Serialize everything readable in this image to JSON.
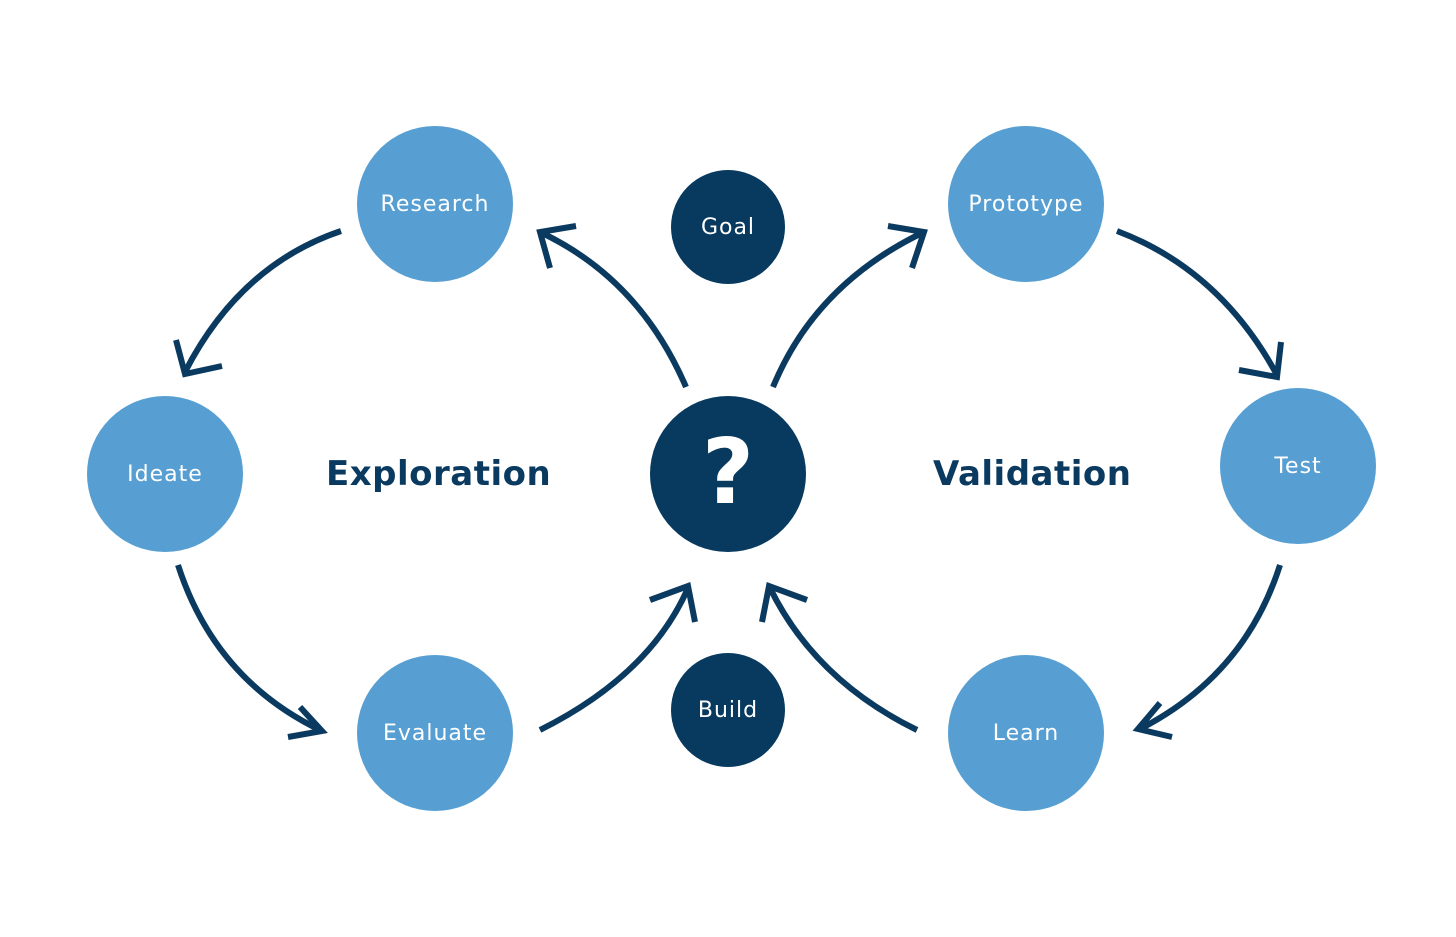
{
  "diagram": {
    "center": {
      "symbol": "?"
    },
    "top_node": {
      "label": "Goal"
    },
    "bottom_node": {
      "label": "Build"
    },
    "phases": {
      "left": "Exploration",
      "right": "Validation"
    },
    "exploration_steps": [
      {
        "label": "Research"
      },
      {
        "label": "Ideate"
      },
      {
        "label": "Evaluate"
      }
    ],
    "validation_steps": [
      {
        "label": "Prototype"
      },
      {
        "label": "Test"
      },
      {
        "label": "Learn"
      }
    ],
    "colors": {
      "step_circle": "#579fd2",
      "core_circle": "#083a5f",
      "arrow": "#0a3a60",
      "phase_text": "#0a3a60",
      "background": "#ffffff"
    }
  }
}
